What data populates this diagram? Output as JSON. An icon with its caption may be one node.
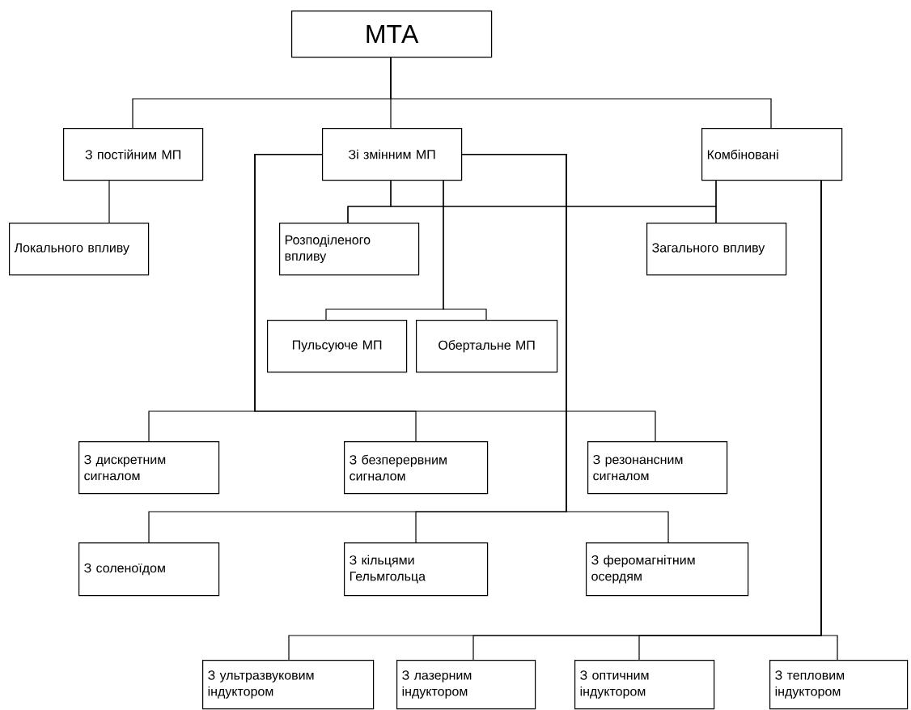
{
  "diagram": {
    "nodes": [
      {
        "text": [
          "МТА"
        ]
      },
      {
        "text": [
          "З постійним МП"
        ]
      },
      {
        "text": [
          "Зі змінним МП"
        ]
      },
      {
        "text": [
          "Комбіновані"
        ]
      },
      {
        "text": [
          "Локального впливу"
        ]
      },
      {
        "text": [
          "Розподіленого впливу"
        ]
      },
      {
        "text": [
          "Загального впливу"
        ]
      },
      {
        "text": [
          "Пульсуюче МП"
        ]
      },
      {
        "text": [
          "Обертальне МП"
        ]
      },
      {
        "text": [
          "З дискретним сигналом"
        ]
      },
      {
        "text": [
          "З безперервним сигналом"
        ]
      },
      {
        "text": [
          "З резонансним сигналом"
        ]
      },
      {
        "text": [
          "З соленоїдом"
        ]
      },
      {
        "text": [
          "З кільцями Гельмгольца"
        ]
      },
      {
        "text": [
          "З феромагнітним осердям"
        ]
      },
      {
        "text": [
          "З ультразвуковим індуктором"
        ]
      },
      {
        "text": [
          "З лазерним індуктором"
        ]
      },
      {
        "text": [
          "З оптичним індуктором"
        ]
      },
      {
        "text": [
          "З тепловим індуктором"
        ]
      }
    ],
    "edges": [
      {
        "from": 0,
        "to": 1,
        "arrow": "none"
      },
      {
        "from": 0,
        "to": 2,
        "arrow": "none"
      },
      {
        "from": 0,
        "to": 3,
        "arrow": "none"
      },
      {
        "from": 1,
        "to": 4,
        "arrow": "none"
      },
      {
        "from": 2,
        "to": 5,
        "arrow": "none"
      },
      {
        "from": 2,
        "to": 6,
        "arrow": "none"
      },
      {
        "from": 3,
        "to": 5,
        "arrow": "none"
      },
      {
        "from": 3,
        "to": 6,
        "arrow": "none"
      },
      {
        "from": 2,
        "to": 7,
        "arrow": "none"
      },
      {
        "from": 2,
        "to": 8,
        "arrow": "none"
      },
      {
        "from": 2,
        "to": 9,
        "arrow": "none"
      },
      {
        "from": 2,
        "to": 10,
        "arrow": "none"
      },
      {
        "from": 2,
        "to": 11,
        "arrow": "none"
      },
      {
        "from": 2,
        "to": 12,
        "arrow": "none"
      },
      {
        "from": 2,
        "to": 13,
        "arrow": "none"
      },
      {
        "from": 2,
        "to": 14,
        "arrow": "none"
      },
      {
        "from": 3,
        "to": 15,
        "arrow": "none"
      },
      {
        "from": 3,
        "to": 16,
        "arrow": "none"
      },
      {
        "from": 3,
        "to": 17,
        "arrow": "none"
      },
      {
        "from": 3,
        "to": 18,
        "arrow": "none"
      }
    ]
  }
}
